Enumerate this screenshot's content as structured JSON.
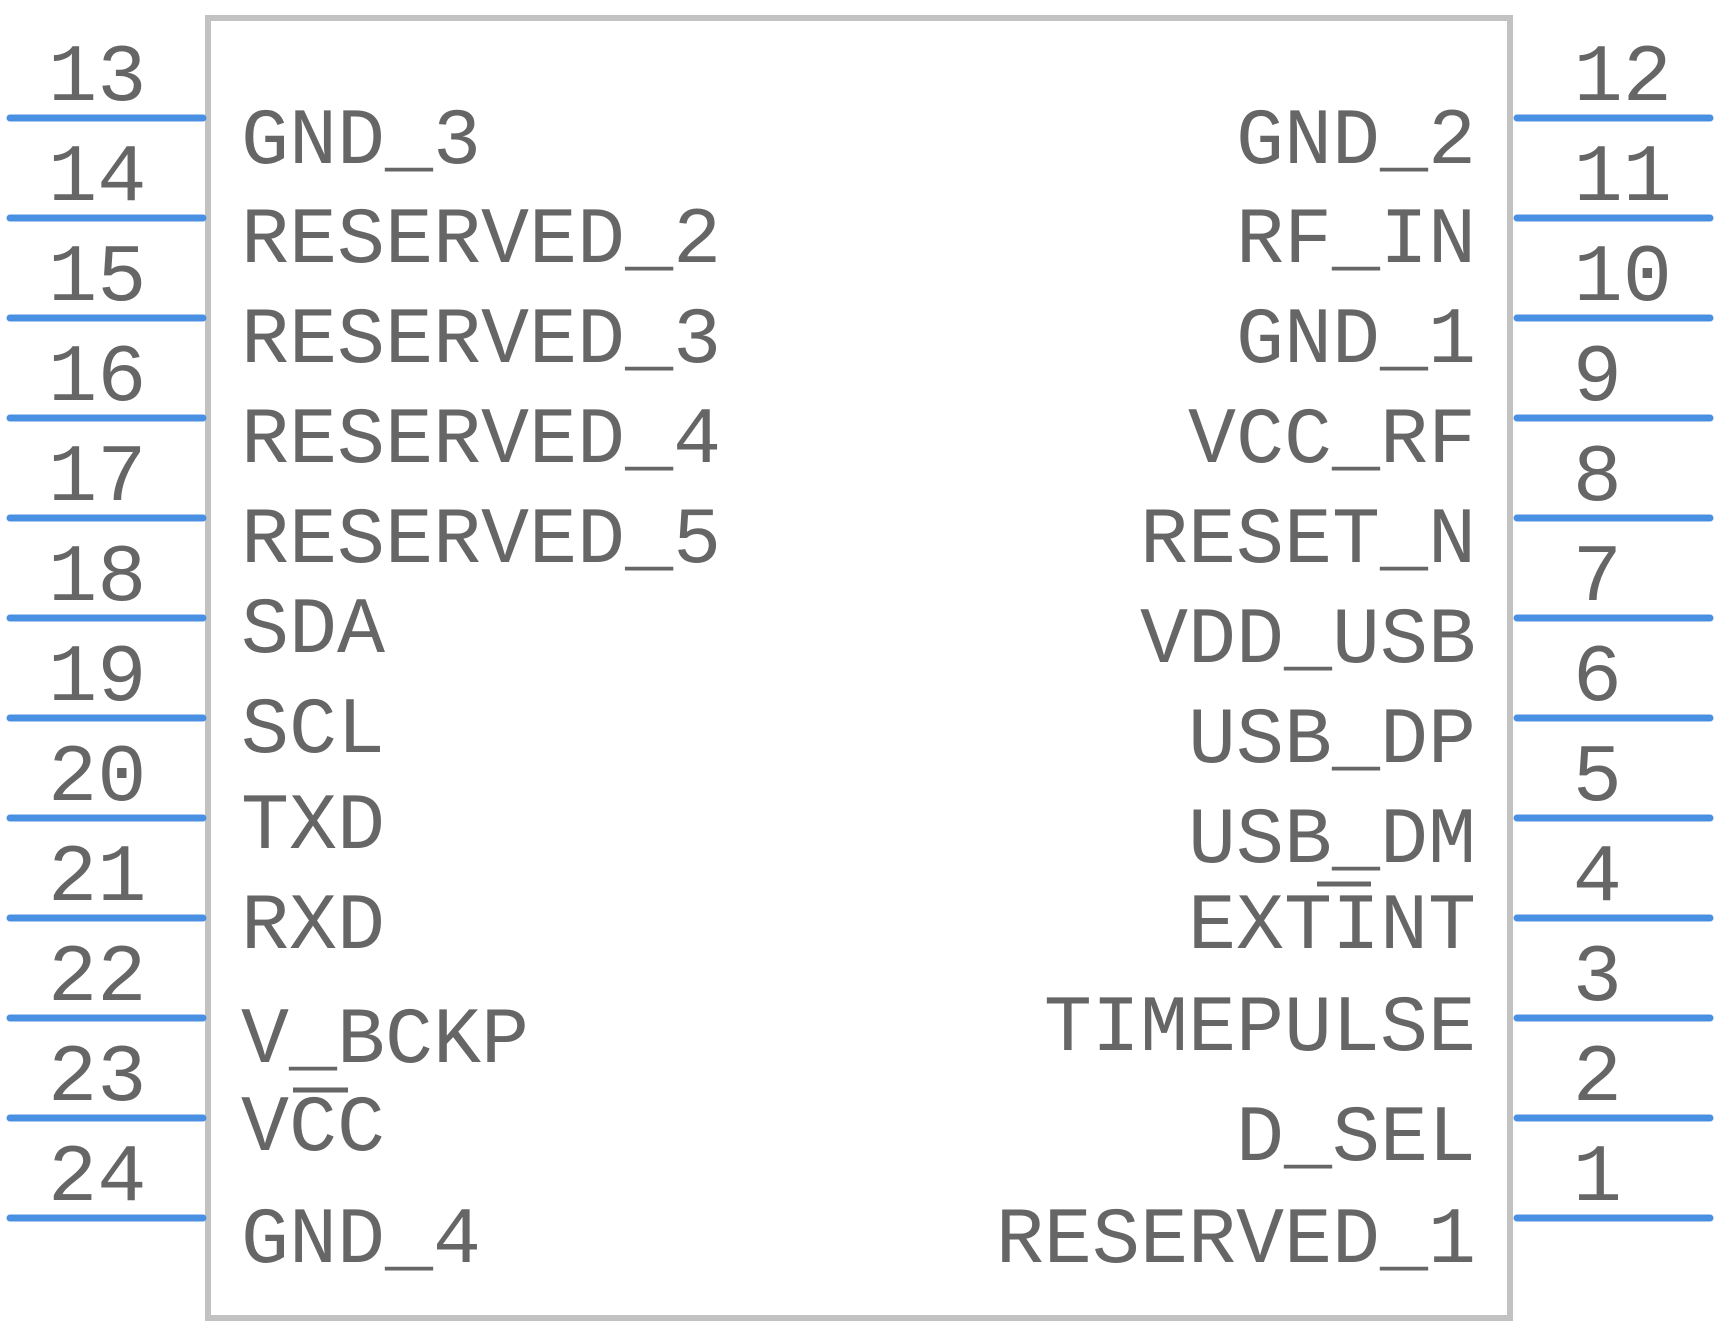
{
  "component": {
    "left_pins": [
      {
        "number": "13",
        "name": "GND_3"
      },
      {
        "number": "14",
        "name": "RESERVED_2"
      },
      {
        "number": "15",
        "name": "RESERVED_3"
      },
      {
        "number": "16",
        "name": "RESERVED_4"
      },
      {
        "number": "17",
        "name": "RESERVED_5"
      },
      {
        "number": "18",
        "name": "SDA"
      },
      {
        "number": "19",
        "name": "SCL"
      },
      {
        "number": "20",
        "name": "TXD"
      },
      {
        "number": "21",
        "name": "RXD"
      },
      {
        "number": "22",
        "name": "V_BCKP"
      },
      {
        "number": "23",
        "name": "VCC"
      },
      {
        "number": "24",
        "name": "GND_4"
      }
    ],
    "right_pins": [
      {
        "number": "12",
        "name": "GND_2"
      },
      {
        "number": "11",
        "name": "RF_IN"
      },
      {
        "number": "10",
        "name": "GND_1"
      },
      {
        "number": "9",
        "name": "VCC_RF"
      },
      {
        "number": "8",
        "name": "RESET_N"
      },
      {
        "number": "7",
        "name": "VDD_USB"
      },
      {
        "number": "6",
        "name": "USB_DP"
      },
      {
        "number": "5",
        "name": "USB_DM"
      },
      {
        "number": "4",
        "name": "EXTINT"
      },
      {
        "number": "3",
        "name": "TIMEPULSE"
      },
      {
        "number": "2",
        "name": "D_SEL"
      },
      {
        "number": "1",
        "name": "RESERVED_1"
      }
    ]
  }
}
